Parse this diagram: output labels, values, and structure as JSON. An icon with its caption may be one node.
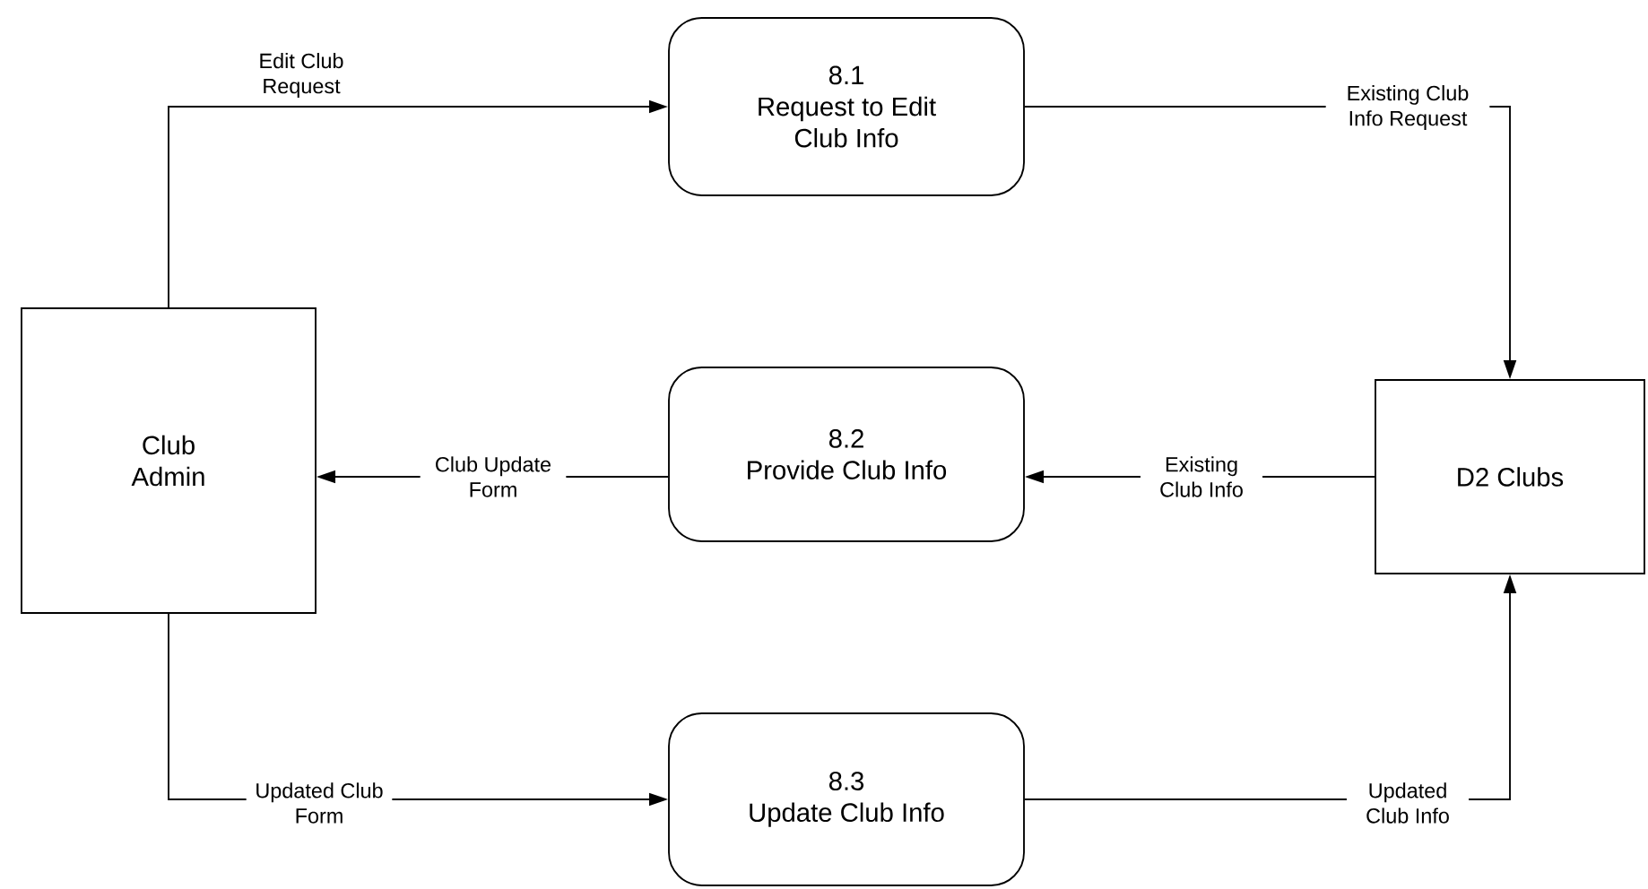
{
  "diagram": {
    "nodes": [
      {
        "text": [
          "Club Admin"
        ]
      },
      {
        "text": [
          "8.1",
          "Request to Edit Club Info"
        ]
      },
      {
        "text": [
          "8.2",
          "Provide Club Info"
        ]
      },
      {
        "text": [
          "8.3",
          "Update Club Info"
        ]
      },
      {
        "text": [
          "D2 Clubs"
        ]
      }
    ],
    "edges": [
      {
        "from": 0,
        "to": 1,
        "arrow": "to",
        "label": "Edit Club Request"
      },
      {
        "from": 1,
        "to": 4,
        "arrow": "to",
        "label": "Existing Club Info Request"
      },
      {
        "from": 4,
        "to": 2,
        "arrow": "to",
        "label": "Existing Club Info"
      },
      {
        "from": 2,
        "to": 0,
        "arrow": "to",
        "label": "Club Update Form"
      },
      {
        "from": 0,
        "to": 3,
        "arrow": "to",
        "label": "Updated Club Form"
      },
      {
        "from": 3,
        "to": 4,
        "arrow": "to",
        "label": "Updated Club Info"
      }
    ]
  }
}
